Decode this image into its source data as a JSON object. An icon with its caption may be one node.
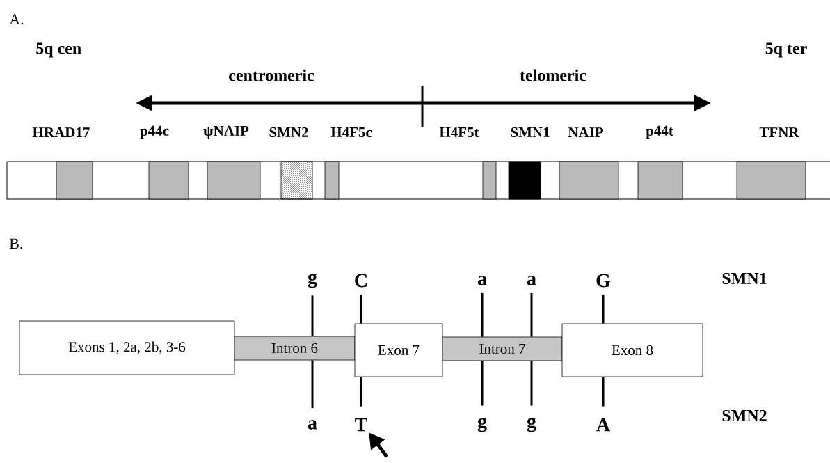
{
  "diagram": {
    "nodes": [
      {
        "text": [],
        "shape": "bar"
      },
      {
        "text": [
          "HRAD17"
        ],
        "in": 0
      },
      {
        "text": [
          "p44c"
        ],
        "in": 0
      },
      {
        "text": [
          "ψNAIP"
        ],
        "in": 0
      },
      {
        "text": [
          "SMN2"
        ],
        "in": 0
      },
      {
        "text": [
          "H4F5c"
        ],
        "in": 0
      },
      {
        "text": [
          "H4F5t"
        ],
        "in": 0
      },
      {
        "text": [
          "SMN1"
        ],
        "in": 0
      },
      {
        "text": [
          "NAIP"
        ],
        "in": 0
      },
      {
        "text": [
          "p44t"
        ],
        "in": 0
      },
      {
        "text": [
          "TFNR"
        ],
        "in": 0
      },
      {
        "text": [
          "Exons 1, 2a, 2b, 3-6"
        ]
      },
      {
        "text": [
          "Intron 6"
        ]
      },
      {
        "text": [
          "Exon 7"
        ]
      },
      {
        "text": [
          "Intron 7"
        ]
      },
      {
        "text": [
          "Exon 8"
        ]
      },
      {
        "text": [
          "g"
        ]
      },
      {
        "text": [
          "C"
        ]
      },
      {
        "text": [
          "a"
        ]
      },
      {
        "text": [
          "a"
        ]
      },
      {
        "text": [
          "G"
        ]
      },
      {
        "text": [
          "a"
        ]
      },
      {
        "text": [
          "T"
        ]
      },
      {
        "text": [
          "g"
        ]
      },
      {
        "text": [
          "g"
        ]
      },
      {
        "text": [
          "A"
        ]
      }
    ],
    "edges": [
      {
        "from": 16,
        "to": 12,
        "arrow": "none"
      },
      {
        "from": 12,
        "to": 21,
        "arrow": "none"
      },
      {
        "from": 17,
        "to": 13,
        "arrow": "none"
      },
      {
        "from": 13,
        "to": 22,
        "arrow": "none"
      },
      {
        "from": 18,
        "to": 14,
        "arrow": "none"
      },
      {
        "from": 14,
        "to": 23,
        "arrow": "none"
      },
      {
        "from": 19,
        "to": 14,
        "arrow": "none"
      },
      {
        "from": 14,
        "to": 24,
        "arrow": "none"
      },
      {
        "from": 20,
        "to": 15,
        "arrow": "none"
      },
      {
        "from": 15,
        "to": 25,
        "arrow": "none"
      },
      {
        "from": null,
        "to": 22,
        "arrow": "to"
      }
    ],
    "labels": [
      "A.",
      "5q cen",
      "5q ter",
      "centromeric",
      "telomeric",
      "B.",
      "SMN1",
      "SMN2"
    ]
  }
}
